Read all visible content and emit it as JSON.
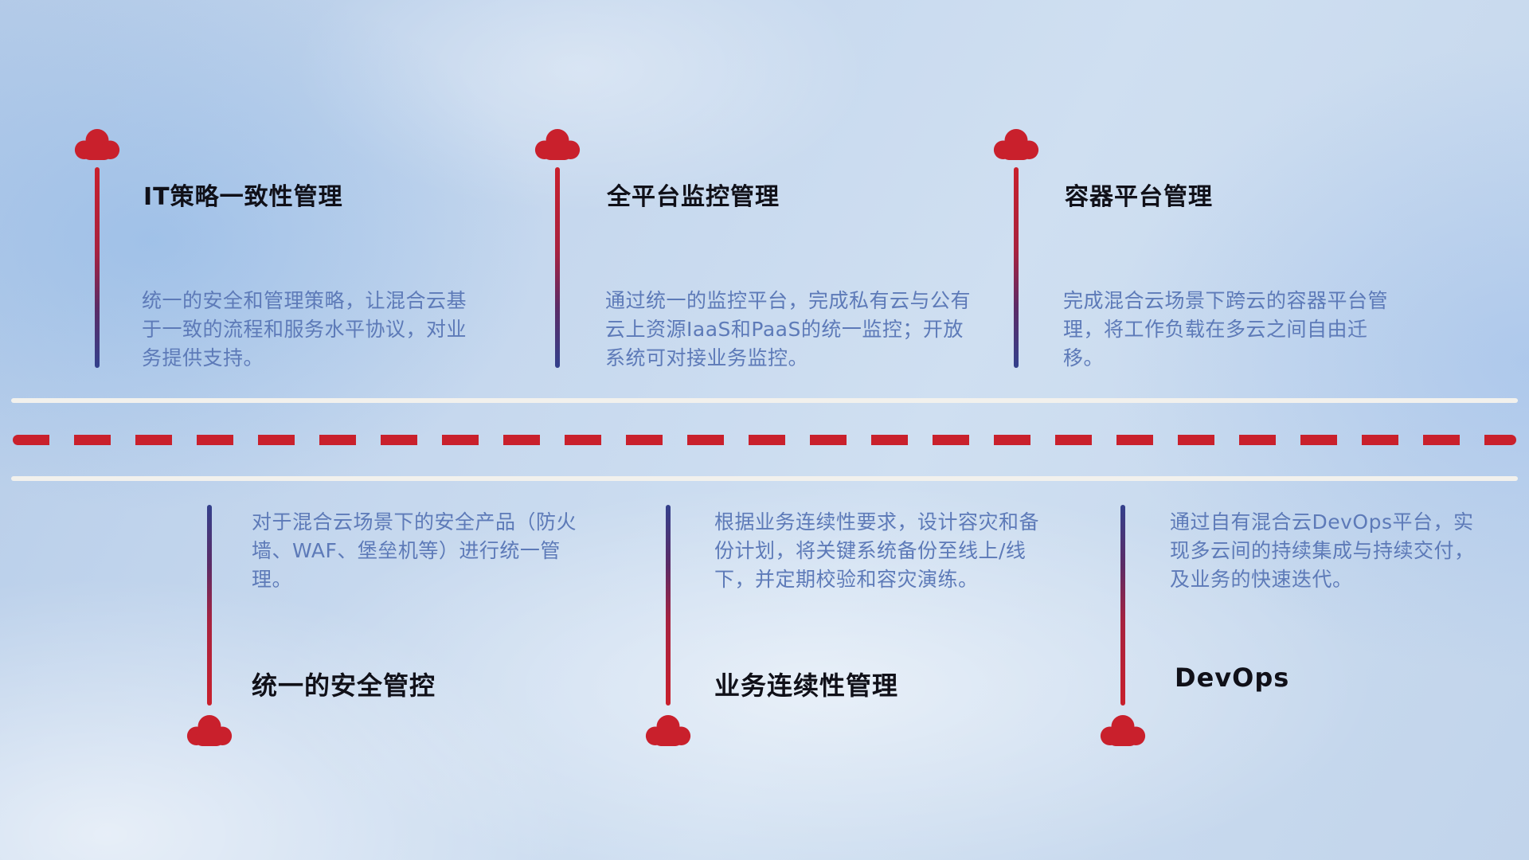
{
  "colors": {
    "accent_red": "#c9202c",
    "line_navy": "#33408c",
    "title_text": "#101018",
    "description_text": "#5d7ab8",
    "divider_white": "#f2f1ed"
  },
  "top_row": {
    "items": [
      {
        "title": "IT策略一致性管理",
        "description": "统一的安全和管理策略，让混合云基于一致的流程和服务水平协议，对业务提供支持。"
      },
      {
        "title": "全平台监控管理",
        "description": "通过统一的监控平台，完成私有云与公有云上资源IaaS和PaaS的统一监控；开放系统可对接业务监控。"
      },
      {
        "title": "容器平台管理",
        "description": "完成混合云场景下跨云的容器平台管理，将工作负载在多云之间自由迁移。"
      }
    ]
  },
  "bottom_row": {
    "items": [
      {
        "title": "统一的安全管控",
        "description": "对于混合云场景下的安全产品（防火墙、WAF、堡垒机等）进行统一管理。"
      },
      {
        "title": "业务连续性管理",
        "description": "根据业务连续性要求，设计容灾和备份计划，将关键系统备份至线上/线下，并定期校验和容灾演练。"
      },
      {
        "title": "DevOps",
        "description": "通过自有混合云DevOps平台，实现多云间的持续集成与持续交付，及业务的快速迭代。"
      }
    ]
  }
}
